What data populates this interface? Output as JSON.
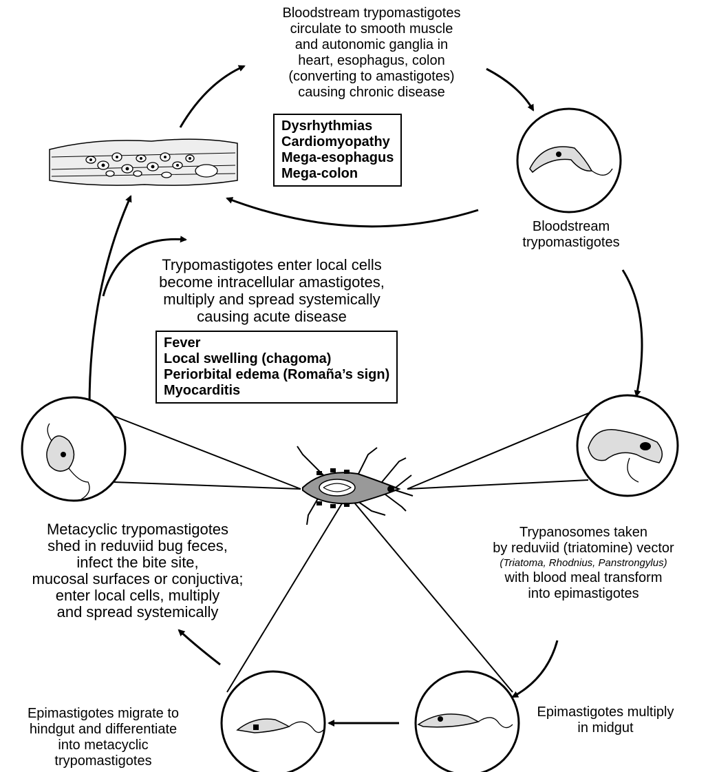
{
  "texts": {
    "bloodstream_chronic": [
      "Bloodstream trypomastigotes",
      "circulate to smooth muscle",
      "and autonomic ganglia in",
      "heart, esophagus, colon",
      "(converting to amastigotes)",
      "causing chronic disease"
    ],
    "bloodstream_label": [
      "Bloodstream",
      "trypomastigotes"
    ],
    "local_acute": [
      "Trypomastigotes enter local cells",
      "become intracellular amastigotes,",
      "multiply and spread systemically",
      "causing acute disease"
    ],
    "vector_uptake_1": [
      "Trypanosomes taken",
      "by reduviid (triatomine) vector"
    ],
    "vector_genera": "(Triatoma, Rhodnius, Panstrongylus)",
    "vector_uptake_2": [
      "with blood meal  transform",
      "into epimastigotes"
    ],
    "metacyclic": [
      "Metacyclic trypomastigotes",
      "shed in reduviid bug feces,",
      "infect the bite site,",
      "mucosal surfaces or conjuctiva;",
      "enter local cells, multiply",
      "and spread systemically"
    ],
    "epi_migrate": [
      "Epimastigotes migrate to",
      "hindgut and differentiate",
      "into metacyclic",
      "trypomastigotes"
    ],
    "epi_multiply": [
      "Epimastigotes multiply",
      "in midgut"
    ]
  },
  "chronic_box": [
    "Dysrhythmias",
    "Cardiomyopathy",
    "Mega-esophagus",
    "Mega-colon"
  ],
  "acute_box": [
    "Fever",
    "Local swelling (chagoma)",
    "Periorbital edema (Romaña’s sign)",
    "Myocarditis"
  ]
}
